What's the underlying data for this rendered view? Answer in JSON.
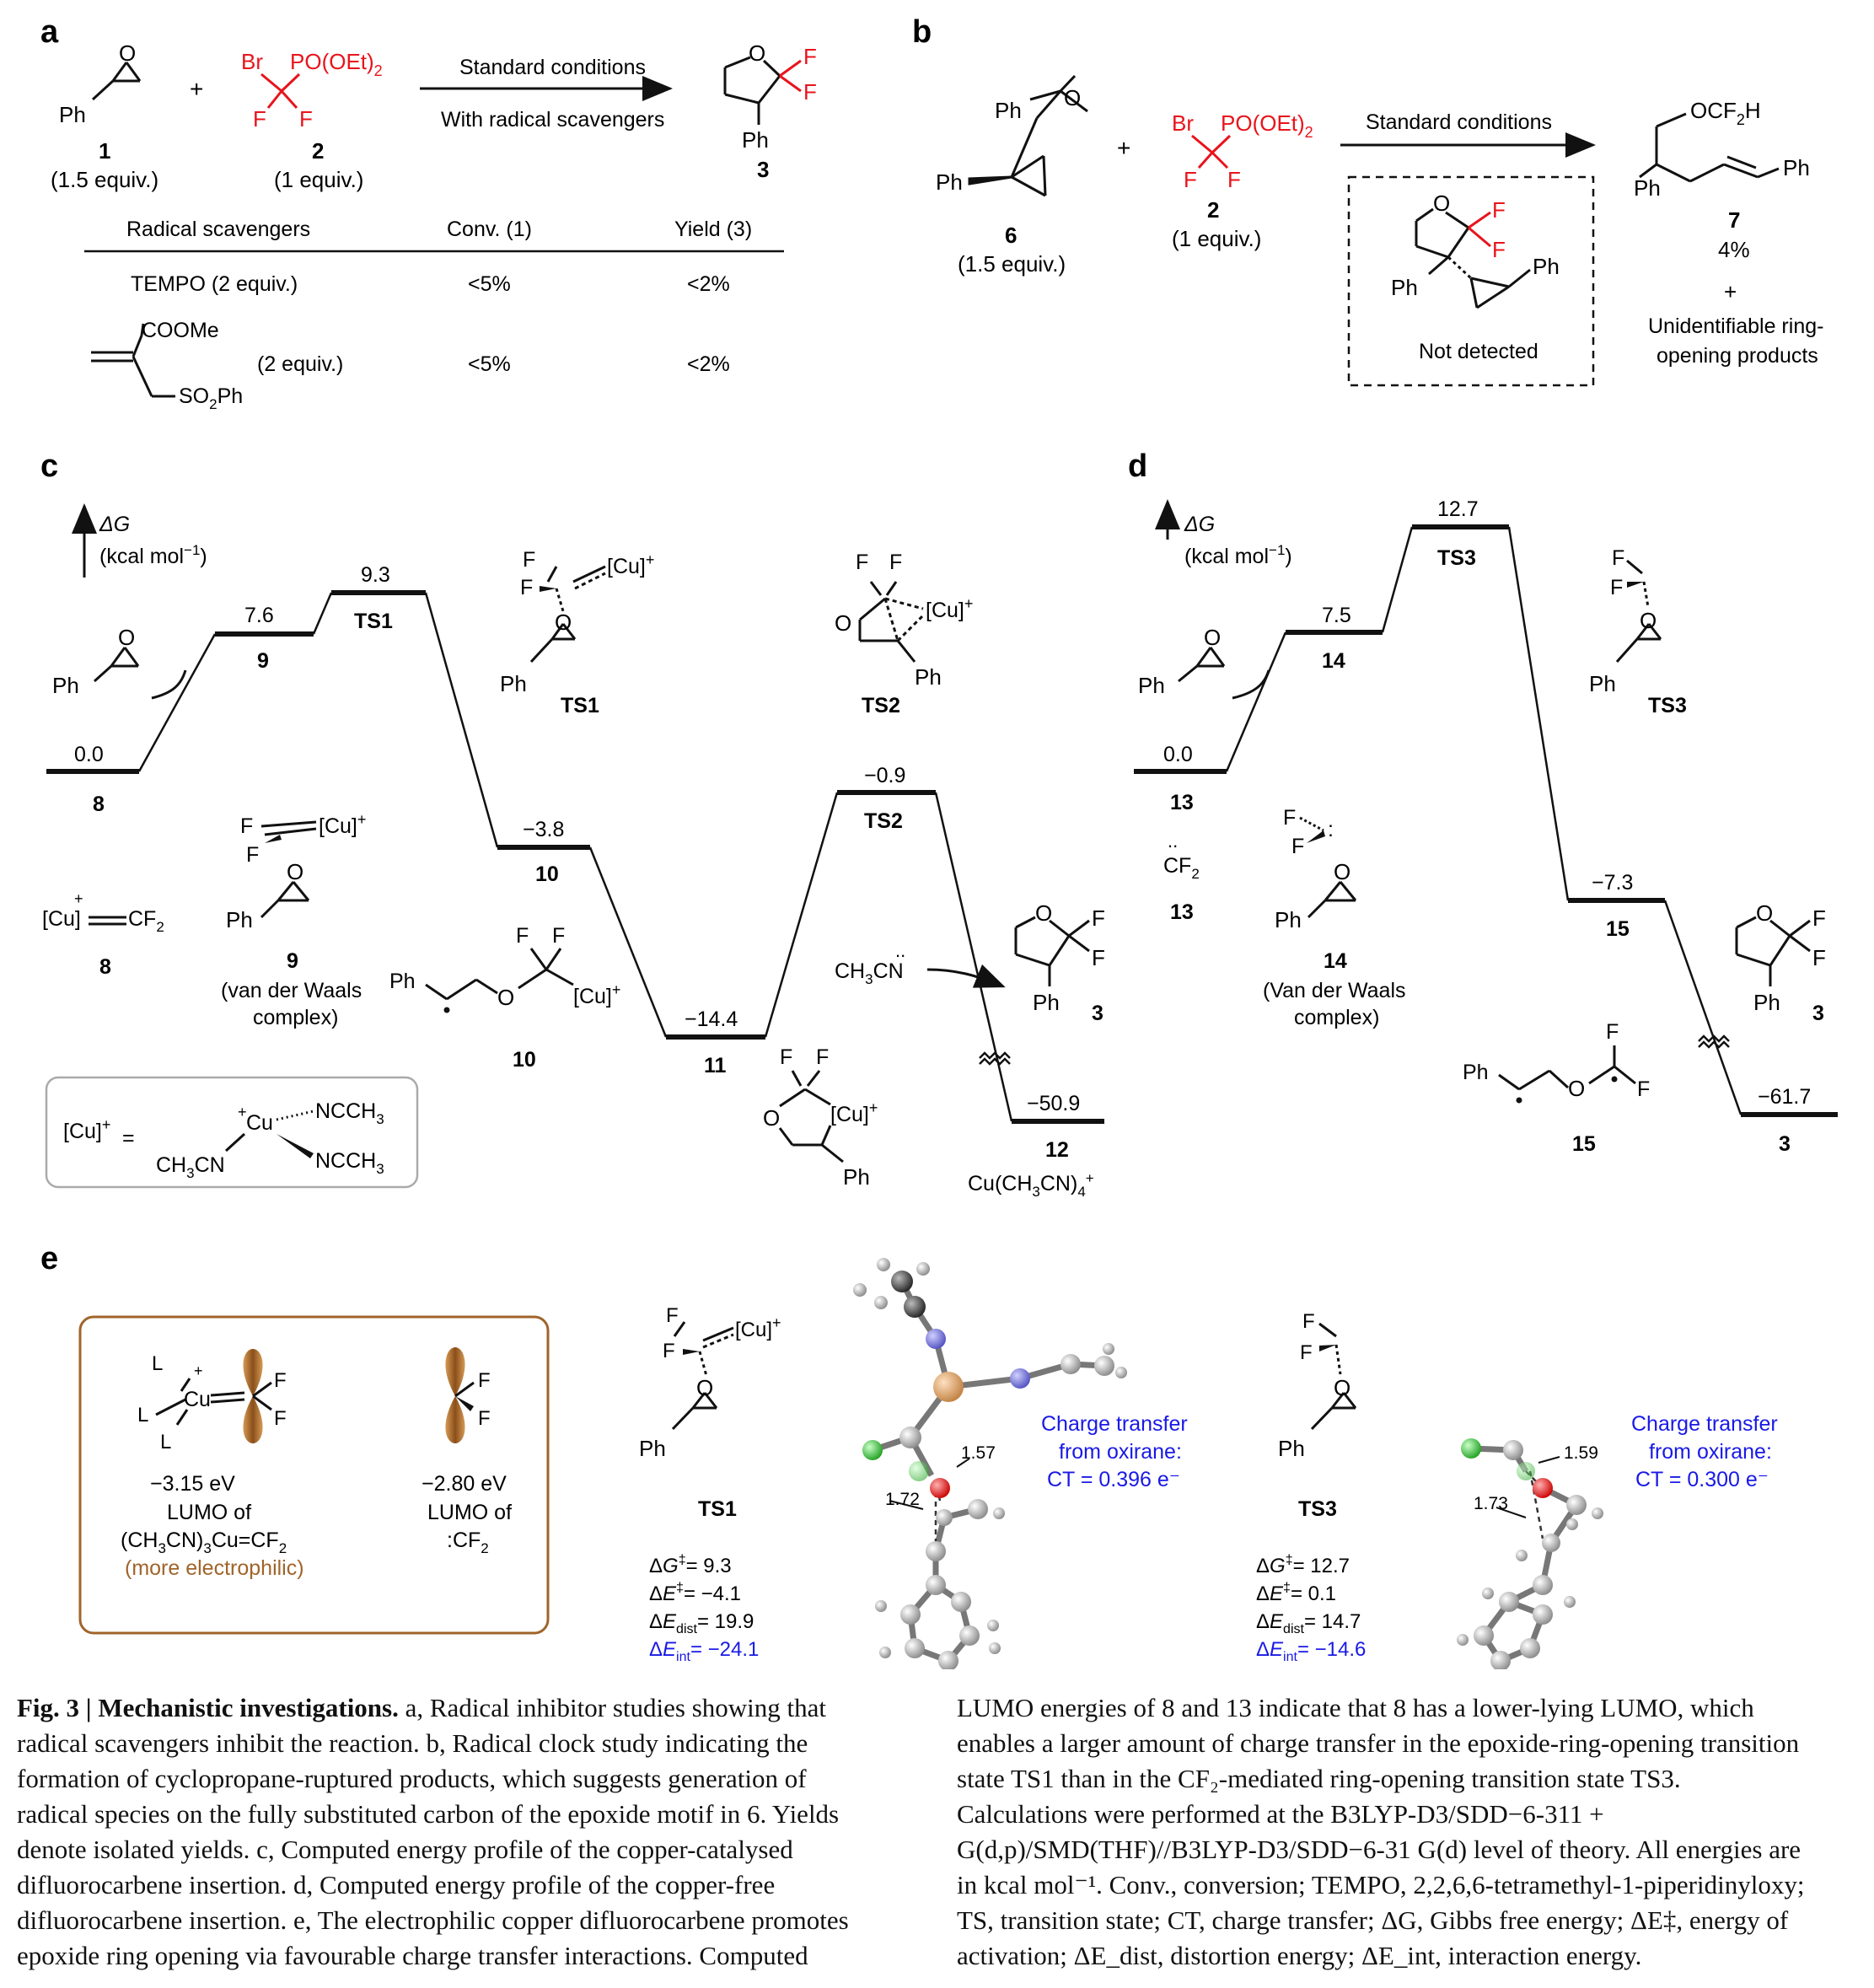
{
  "panels": {
    "a": "a",
    "b": "b",
    "c": "c",
    "d": "d",
    "e": "e"
  },
  "colors": {
    "red": "#e8141c",
    "blue": "#1919e6",
    "brown": "#a0642a",
    "black": "#111111"
  },
  "panel_a": {
    "ph": "Ph",
    "br": "Br",
    "po": "PO(OEt)",
    "po_sub": "2",
    "f": "F",
    "plus": "+",
    "arrow_top": "Standard conditions",
    "arrow_bottom": "With radical scavengers",
    "num1": "1",
    "num1_eq": "(1.5 equiv.)",
    "num2": "2",
    "num2_eq": "(1 equiv.)",
    "num3": "3",
    "o": "O",
    "table": {
      "headers": [
        "Radical scavengers",
        "Conv. (1)",
        "Yield (3)"
      ],
      "rows": [
        {
          "scavenger": "TEMPO (2 equiv.)",
          "conv": "<5%",
          "yield": "<2%"
        },
        {
          "scavenger": "(2 equiv.)",
          "conv": "<5%",
          "yield": "<2%"
        }
      ],
      "coome": "COOMe",
      "so2ph": "SO",
      "so2ph_sub": "2",
      "so2ph_tail": "Ph"
    }
  },
  "panel_b": {
    "arrow_top": "Standard conditions",
    "num6": "6",
    "num6_eq": "(1.5 equiv.)",
    "num2": "2",
    "num2_eq": "(1 equiv.)",
    "not_detected": "Not detected",
    "prod7_ocf2h": "OCF",
    "prod7_sub": "2",
    "prod7_h": "H",
    "num7": "7",
    "yield7": "4%",
    "plus": "+",
    "unident_1": "Unidentifiable ring-",
    "unident_2": "opening products"
  },
  "panel_c": {
    "dg": "ΔG",
    "units": "(kcal mol",
    "units_sup": "−1",
    "units_close": ")",
    "levels": [
      {
        "value": "0.0",
        "label": "8"
      },
      {
        "value": "7.6",
        "label": "9"
      },
      {
        "value": "9.3",
        "label": "TS1"
      },
      {
        "value": "−3.8",
        "label": "10"
      },
      {
        "value": "−14.4",
        "label": "11"
      },
      {
        "value": "−0.9",
        "label": "TS2"
      },
      {
        "value": "−50.9",
        "label": "12"
      }
    ],
    "cu": "[Cu]",
    "cf2": "CF",
    "num8": "8",
    "num9": "9",
    "vdw_1": "(van der Waals",
    "vdw_2": "complex)",
    "num10": "10",
    "num11_struct": "11",
    "ch3cn": "CH",
    "cu_ch3cn4": "Cu(CH",
    "cu_def_lhs": "[Cu]",
    "cu_def_eq": "=",
    "ncch3": "NCCH",
    "ch3cn_short": "CH",
    "ts1": "TS1",
    "ts2": "TS2",
    "num3": "3"
  },
  "panel_d": {
    "levels": [
      {
        "value": "0.0",
        "label": "13"
      },
      {
        "value": "7.5",
        "label": "14"
      },
      {
        "value": "12.7",
        "label": "TS3"
      },
      {
        "value": "−7.3",
        "label": "15"
      },
      {
        "value": "−61.7",
        "label": "3"
      }
    ],
    "cf2": "CF",
    "num13": "13",
    "num14": "14",
    "vdw_1": "(Van der Waals",
    "vdw_2": "complex)",
    "num15": "15",
    "ts3": "TS3",
    "num3": "3"
  },
  "panel_e": {
    "box_energy1": "−3.15 eV",
    "box_lumo1": "LUMO of",
    "box_formula1": "(CH",
    "box_more": "(more electrophilic)",
    "box_energy2": "−2.80 eV",
    "box_lumo2": "LUMO of",
    "box_cf2": ":CF",
    "l": "L",
    "ts1": {
      "name": "TS1",
      "dg": "= 9.3",
      "de": "= −4.1",
      "dedist": "= 19.9",
      "deint": "= −24.1",
      "d1": "1.57",
      "d2": "1.72",
      "ct1": "Charge transfer",
      "ct2": "from oxirane:",
      "ct3": "CT = 0.396 e⁻"
    },
    "ts3": {
      "name": "TS3",
      "dg": "= 12.7",
      "de": "= 0.1",
      "dedist": "= 14.7",
      "deint": "= −14.6",
      "d1": "1.59",
      "d2": "1.73",
      "ct1": "Charge transfer",
      "ct2": "from oxirane:",
      "ct3": "CT = 0.300 e⁻"
    }
  },
  "caption": {
    "fig_label": "Fig. 3 | Mechanistic investigations.",
    "left_text": " a, Radical inhibitor studies showing that radical scavengers inhibit the reaction. b, Radical clock study indicating the formation of cyclopropane-ruptured products, which suggests generation of radical species on the fully substituted carbon of the epoxide motif in 6. Yields denote isolated yields. c, Computed energy profile of the copper-catalysed difluorocarbene insertion. d, Computed energy profile of the copper-free difluorocarbene insertion. e, The electrophilic copper difluorocarbene promotes epoxide ring opening via favourable charge transfer interactions. Computed",
    "right_text": "LUMO energies of 8 and 13 indicate that 8 has a lower-lying LUMO, which enables a larger amount of charge transfer in the epoxide-ring-opening transition state TS1 than in the CF₂-mediated ring-opening transition state TS3. Calculations were performed at the B3LYP-D3/SDD−6-311 + G(d,p)/SMD(THF)//B3LYP-D3/SDD−6-31 G(d) level of theory. All energies are in kcal mol⁻¹. Conv., conversion; TEMPO, 2,2,6,6-tetramethyl-1-piperidinyloxy; TS, transition state; CT, charge transfer; ΔG, Gibbs free energy; ΔE‡, energy of activation; ΔE_dist, distortion energy; ΔE_int, interaction energy."
  }
}
